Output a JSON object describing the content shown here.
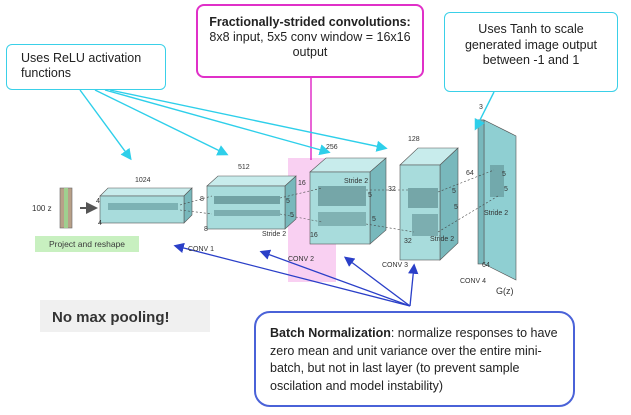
{
  "callouts": {
    "relu": "Uses ReLU activation functions",
    "fractional_title": "Fractionally-strided convolutions:",
    "fractional_body": "8x8 input, 5x5 conv window = 16x16 output",
    "tanh": "Uses Tanh to scale generated image output between -1 and 1",
    "batchnorm_title": "Batch Normalization",
    "batchnorm_body": ": normalize responses to have zero mean and unit variance over the entire mini-batch, but not in last layer (to prevent sample oscilation and model instability)",
    "no_max_pooling": "No max pooling!"
  },
  "network": {
    "input_label": "100 z",
    "project_label": "Project and reshape",
    "conv_labels": [
      "CONV 1",
      "CONV 2",
      "CONV 3",
      "CONV 4"
    ],
    "output_label": "G(z)",
    "stride_label": "Stride 2",
    "block1": {
      "depth": "1024",
      "h": "4",
      "w": "4"
    },
    "block2": {
      "depth": "512",
      "h": "8",
      "w": "8",
      "k1": "5",
      "k2": "5"
    },
    "block3": {
      "depth": "256",
      "h": "16",
      "w": "16",
      "k1": "5",
      "k2": "5"
    },
    "block4": {
      "depth": "128",
      "h": "32",
      "w": "32",
      "k1": "5",
      "k2": "5"
    },
    "block5": {
      "depth": "3",
      "h": "64",
      "w": "64",
      "k1": "5",
      "k2": "5"
    }
  },
  "colors": {
    "block_fill": "#a8dcdc",
    "block_dark": "#78b8bc",
    "highlight_pink": "#f8c8f0",
    "cyan_arrow": "#2ecfea",
    "blue_arrow": "#2a3fc8",
    "magenta": "#e030c8"
  }
}
